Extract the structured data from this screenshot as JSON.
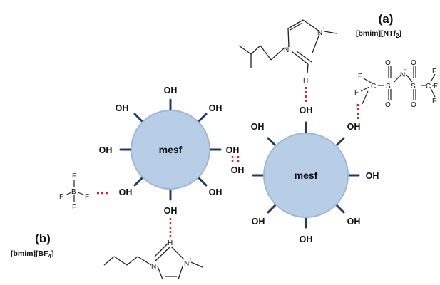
{
  "colors": {
    "sphere_fill": "#b8cde6",
    "sphere_stroke": "#9fb6d6",
    "spoke": "#1f3b63",
    "hbond": "#d9212b",
    "bond": "#222222"
  },
  "particles": {
    "left": {
      "label": "mesf",
      "hydroxyl": "OH"
    },
    "right": {
      "label": "mesf",
      "hydroxyl": "OH"
    }
  },
  "panel_a": {
    "letter": "(a)",
    "ionic_liquid": "[bmim][NTf",
    "ionic_liquid_sub": "2",
    "ionic_liquid_close": "]"
  },
  "panel_b": {
    "letter": "(b)",
    "ionic_liquid": "[bmim][BF",
    "ionic_liquid_sub": "4",
    "ionic_liquid_close": "]"
  },
  "atoms": {
    "nitrogen": "N",
    "nitrogen_plus": "+",
    "hydrogen": "H",
    "fluorine": "F",
    "boron": "B",
    "minus": "-",
    "sulfur": "S",
    "oxygen": "O",
    "carbon": "C"
  }
}
